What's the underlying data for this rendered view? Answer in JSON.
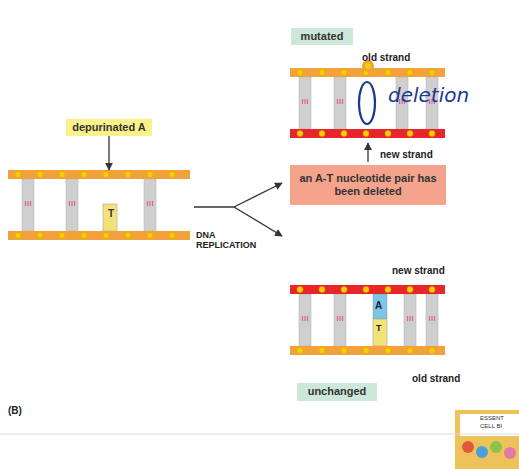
{
  "diagram": {
    "nodes": [
      {
        "text": [
          "mutated"
        ]
      },
      {
        "text": [
          "depurinated A"
        ]
      },
      {
        "text": [
          "T"
        ]
      },
      {
        "text": [
          "an A-T nucleotide pair has been deleted"
        ]
      },
      {
        "text": [
          "unchanged"
        ]
      }
    ],
    "edges": [
      {
        "from": 1,
        "to": 2,
        "arrow": "to"
      }
    ],
    "labels": [
      "old strand",
      "deletion",
      "new strand",
      "DNA REPLICATION",
      "new strand",
      "A",
      "T",
      "old strand",
      "(B)",
      "ESSENT",
      "CELL BI"
    ]
  }
}
